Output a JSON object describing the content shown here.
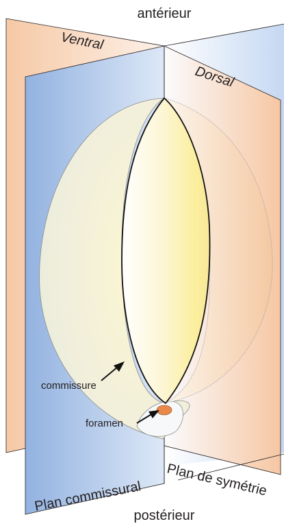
{
  "labels": {
    "anterior": "antérieur",
    "posterior": "postérieur",
    "ventral": "Ventral",
    "dorsal": "Dorsal",
    "commissural_plane": "Plan commissural",
    "symmetry_plane": "Plan de symétrie",
    "commissure": "commissure",
    "foramen": "foramen"
  },
  "colors": {
    "commissural_plane_blue": "#9ab8e3",
    "symmetry_plane_peach": "#f6d1b5",
    "shell_yellow": "#fbf0a0",
    "foramen_orange": "#e8894a",
    "outline": "#231f20"
  }
}
